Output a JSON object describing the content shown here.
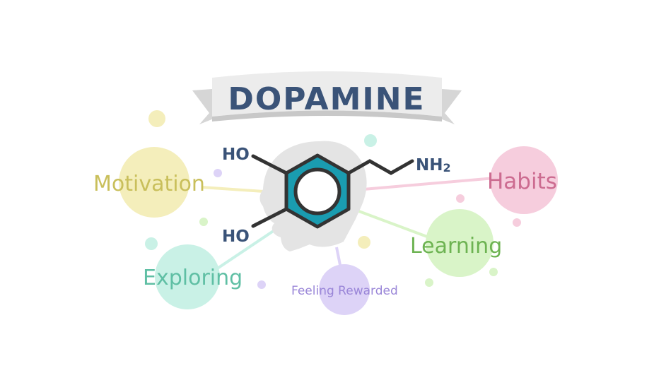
{
  "title": "DOPAMINE",
  "molecule": {
    "groups": [
      "HO",
      "HO",
      "NH",
      "2"
    ]
  },
  "nodes": [
    {
      "id": "motivation",
      "label": "Motivation",
      "fill": "#f4eebb",
      "text_color": "#c9bf5b"
    },
    {
      "id": "exploring",
      "label": "Exploring",
      "fill": "#c9f1e6",
      "text_color": "#5fbfa4"
    },
    {
      "id": "feeling-rewarded",
      "label": "Feeling Rewarded",
      "fill": "#ddd3f7",
      "text_color": "#9a86d8"
    },
    {
      "id": "learning",
      "label": "Learning",
      "fill": "#d9f4c8",
      "text_color": "#6db352"
    },
    {
      "id": "habits",
      "label": "Habits",
      "fill": "#f6cddd",
      "text_color": "#cc6b90"
    }
  ],
  "colors": {
    "banner_text": "#3a5378",
    "ring": "#1a9cb0",
    "bond": "#333333",
    "head": "#e4e4e4",
    "banner": "#ececec"
  }
}
